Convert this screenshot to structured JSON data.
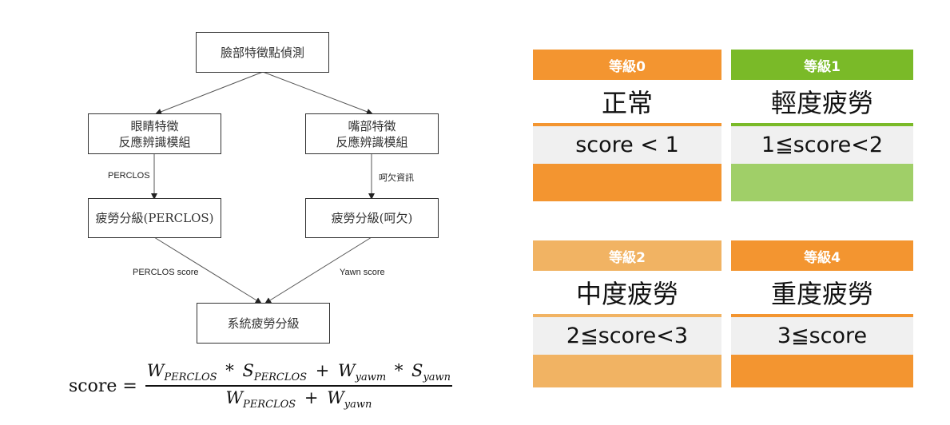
{
  "flowchart": {
    "nodes": {
      "landmark": "臉部特徵點偵測",
      "eye_module": [
        "眼睛特徵",
        "反應辨識模組"
      ],
      "mouth_module": [
        "嘴部特徵",
        "反應辨識模組"
      ],
      "fatigue_perclos": "疲勞分級(PERCLOS)",
      "fatigue_yawn": "疲勞分級(呵欠)",
      "system": "系統疲勞分級"
    },
    "edge_labels": {
      "perclos": "PERCLOS",
      "yawn_info": "呵欠資訊",
      "perclos_score": "PERCLOS score",
      "yawn_score": "Yawn score"
    }
  },
  "formula": {
    "lhs": "score =",
    "numerator": {
      "w1": "W",
      "w1_sub": "PERCLOS",
      "op1": "*",
      "s1": "S",
      "s1_sub": "PERCLOS",
      "plus": "+",
      "w2": "W",
      "w2_sub": "yawm",
      "op2": "*",
      "s2": "S",
      "s2_sub": "yawn"
    },
    "denominator": {
      "w1": "W",
      "w1_sub": "PERCLOS",
      "plus": "+",
      "w2": "W",
      "w2_sub": "yawn"
    }
  },
  "levels": [
    {
      "header": "等級0",
      "name": "正常",
      "condition": "score < 1",
      "color": "#f39530",
      "line_color": "#f39530",
      "foot_color": "#f39530"
    },
    {
      "header": "等級1",
      "name": "輕度疲勞",
      "condition": "1≦score<2",
      "color": "#7aba28",
      "line_color": "#7aba28",
      "foot_color": "#a0cf68"
    },
    {
      "header": "等級2",
      "name": "中度疲勞",
      "condition": "2≦score<3",
      "color": "#f1b363",
      "line_color": "#f1b363",
      "foot_color": "#f1b363"
    },
    {
      "header": "等級4",
      "name": "重度疲勞",
      "condition": "3≦score",
      "color": "#f39530",
      "line_color": "#f39530",
      "foot_color": "#f39530"
    }
  ]
}
